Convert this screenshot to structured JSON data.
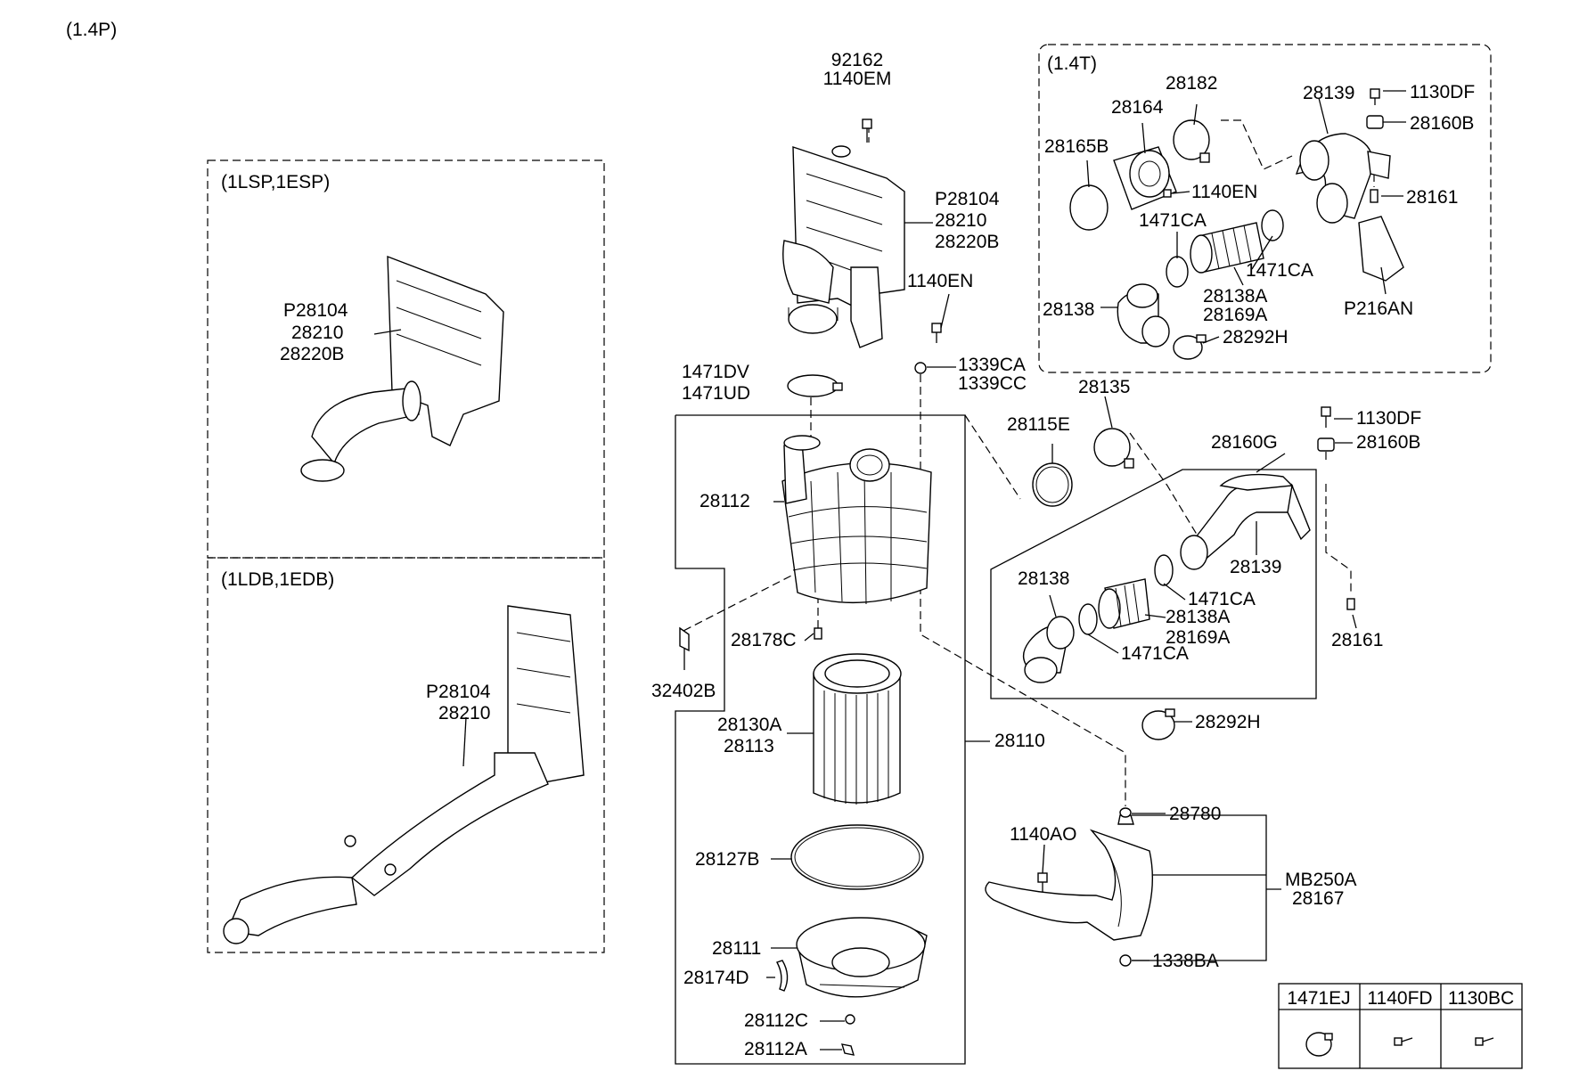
{
  "variants": {
    "top_left": "(1.4P)",
    "turbo": "(1.4T)",
    "lsp": "(1LSP,1ESP)",
    "ldb": "(1LDB,1EDB)"
  },
  "labels": {
    "p92162": "92162",
    "p1140EM": "1140EM",
    "pP28104_main": "P28104",
    "p28210_main": "28210",
    "p28220B_main": "28220B",
    "p1140EN_main": "1140EN",
    "p1471DV": "1471DV",
    "p1471UD": "1471UD",
    "p1339CA": "1339CA",
    "p1339CC": "1339CC",
    "p28112": "28112",
    "p28178C": "28178C",
    "p32402B": "32402B",
    "p28130A": "28130A",
    "p28113": "28113",
    "p28110": "28110",
    "p28127B": "28127B",
    "p28111": "28111",
    "p28174D": "28174D",
    "p28112C": "28112C",
    "p28112A": "28112A",
    "p28135": "28135",
    "p28115E": "28115E",
    "p28160G": "28160G",
    "p1130DF_mid": "1130DF",
    "p28160B_mid": "28160B",
    "p28139_mid": "28139",
    "p28138_mid": "28138",
    "p1471CA_mid1": "1471CA",
    "p28138A_mid": "28138A",
    "p28169A_mid": "28169A",
    "p1471CA_mid2": "1471CA",
    "p28161_mid": "28161",
    "p28292H_mid": "28292H",
    "p28780": "28780",
    "p1140AO": "1140AO",
    "pMB250A": "MB250A",
    "p28167": "28167",
    "p1338BA": "1338BA",
    "pP28104_lsp": "P28104",
    "p28210_lsp": "28210",
    "p28220B_lsp": "28220B",
    "pP28104_ldb": "P28104",
    "p28210_ldb": "28210",
    "t28182": "28182",
    "t28164": "28164",
    "t28165B": "28165B",
    "t1140EN": "1140EN",
    "t1471CA_a": "1471CA",
    "t1471CA_b": "1471CA",
    "t28138": "28138",
    "t28138A": "28138A",
    "t28169A": "28169A",
    "t28292H": "28292H",
    "t28139": "28139",
    "t1130DF": "1130DF",
    "t28160B": "28160B",
    "t28161": "28161",
    "tP216AN": "P216AN"
  },
  "legend_table": {
    "headers": [
      "1471EJ",
      "1140FD",
      "1130BC"
    ],
    "icons": [
      "hose-clamp-icon",
      "bolt-icon",
      "bolt-icon"
    ]
  }
}
